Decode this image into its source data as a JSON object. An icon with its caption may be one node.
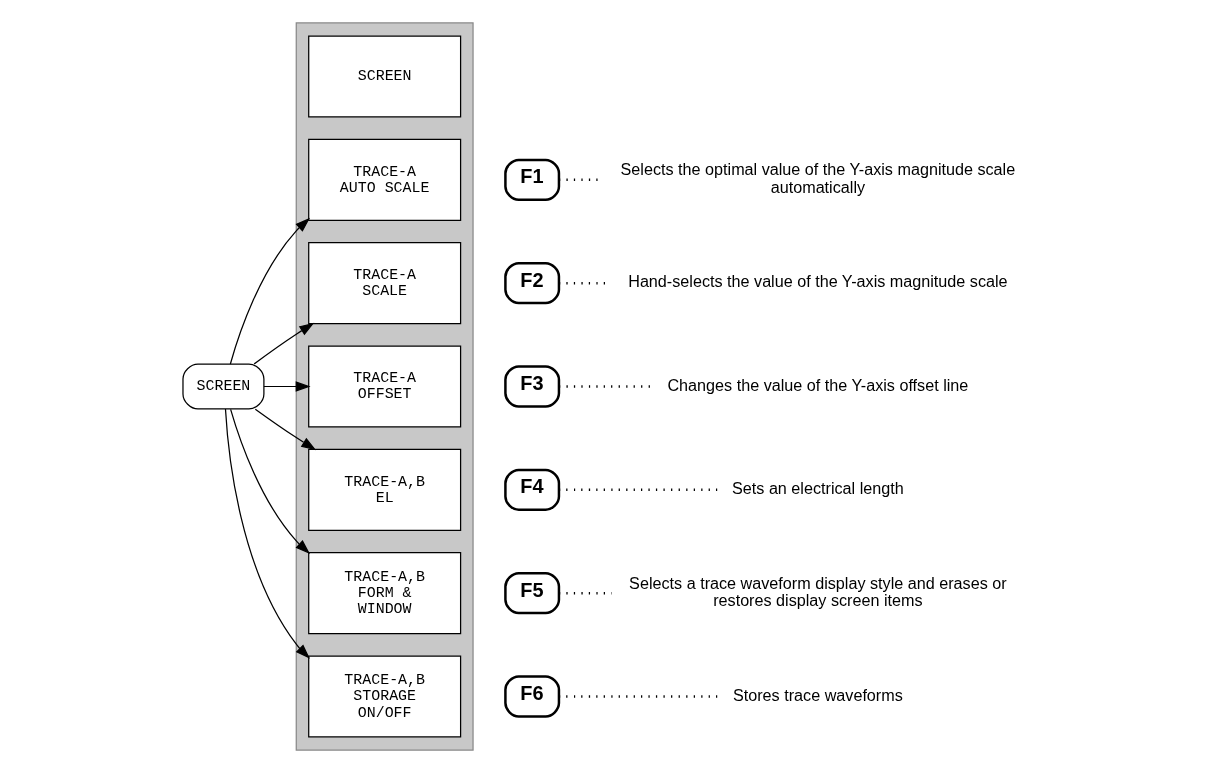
{
  "diagram": {
    "nodes": [
      {
        "text": [
          "SCREEN"
        ]
      },
      {
        "text": [],
        "shape": "box"
      },
      {
        "text": [
          "SCREEN"
        ],
        "in": 1
      },
      {
        "text": [
          "TRACE-A AUTO SCALE"
        ],
        "in": 1
      },
      {
        "text": [
          "TRACE-A SCALE"
        ],
        "in": 1
      },
      {
        "text": [
          "TRACE-A OFFSET"
        ],
        "in": 1
      },
      {
        "text": [
          "TRACE-A,B EL"
        ],
        "in": 1
      },
      {
        "text": [
          "TRACE-A,B FORM & WINDOW"
        ],
        "in": 1
      },
      {
        "text": [
          "TRACE-A,B STORAGE ON/OFF"
        ],
        "in": 1
      },
      {
        "text": [
          "F1"
        ]
      },
      {
        "text": [
          "F2"
        ]
      },
      {
        "text": [
          "F3"
        ]
      },
      {
        "text": [
          "F4"
        ]
      },
      {
        "text": [
          "F5"
        ]
      },
      {
        "text": [
          "F6"
        ]
      },
      {
        "text": [
          "Selects the optimal value of the Y-axis magnitude scale automatically"
        ]
      },
      {
        "text": [
          "Hand-selects the value of the Y-axis magnitude scale"
        ]
      },
      {
        "text": [
          "Changes the value of the Y-axis offset line"
        ]
      },
      {
        "text": [
          "Sets an electrical length"
        ]
      },
      {
        "text": [
          "Selects a trace waveform display style and erases or restores display screen items"
        ]
      },
      {
        "text": [
          "Stores trace waveforms"
        ]
      }
    ],
    "edges": [
      {
        "from": 0,
        "to": 3,
        "arrow": "to"
      },
      {
        "from": 0,
        "to": 4,
        "arrow": "to"
      },
      {
        "from": 0,
        "to": 5,
        "arrow": "to"
      },
      {
        "from": 0,
        "to": 6,
        "arrow": "to"
      },
      {
        "from": 0,
        "to": 7,
        "arrow": "to"
      },
      {
        "from": 0,
        "to": 8,
        "arrow": "to"
      },
      {
        "from": 9,
        "to": 15,
        "arrow": "none",
        "style": "dashed"
      },
      {
        "from": 10,
        "to": 16,
        "arrow": "none",
        "style": "dashed"
      },
      {
        "from": 11,
        "to": 17,
        "arrow": "none",
        "style": "dashed"
      },
      {
        "from": 12,
        "to": 18,
        "arrow": "none",
        "style": "dashed"
      },
      {
        "from": 13,
        "to": 19,
        "arrow": "none",
        "style": "dashed"
      },
      {
        "from": 14,
        "to": 20,
        "arrow": "none",
        "style": "dashed"
      }
    ]
  }
}
